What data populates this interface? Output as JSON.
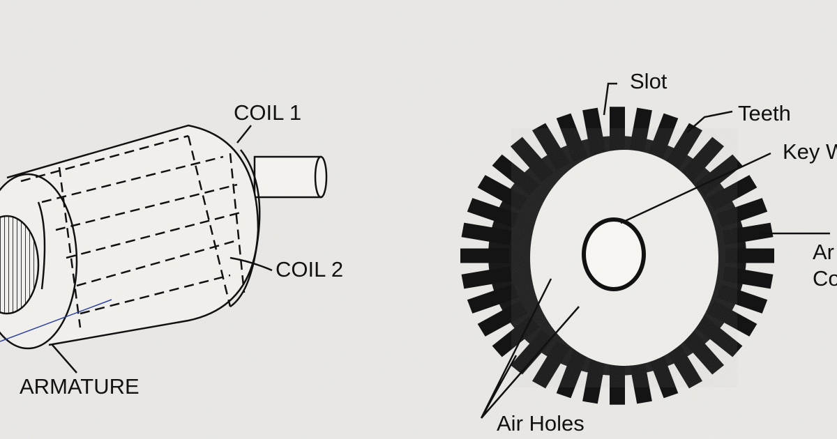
{
  "left_figure": {
    "labels": {
      "coil1": "COIL 1",
      "coil2": "COIL 2",
      "armature": "ARMATURE"
    }
  },
  "right_figure": {
    "labels": {
      "slot": "Slot",
      "teeth": "Teeth",
      "key": "Key W",
      "ar1": "Ar",
      "ar2": "Co",
      "air_holes": "Air Holes"
    }
  },
  "colors": {
    "paper": "#ecebe8",
    "ink": "#111111",
    "pen_line": "#2a3fa0"
  }
}
